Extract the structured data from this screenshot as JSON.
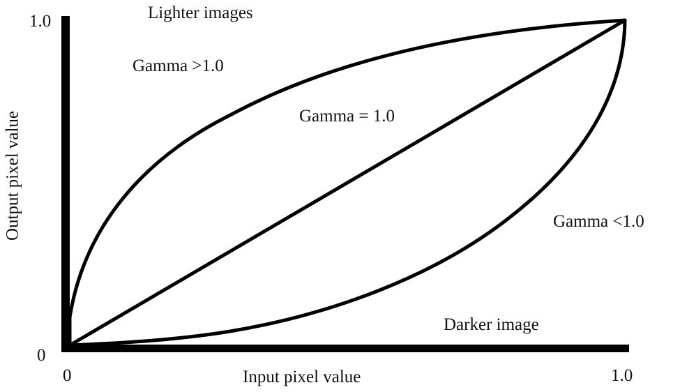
{
  "chart_data": {
    "type": "line",
    "title": "",
    "xlabel": "Input pixel value",
    "ylabel": "Output pixel value",
    "xlim": [
      0,
      1.0
    ],
    "ylim": [
      0,
      1.0
    ],
    "x_ticks": [
      "0",
      "1.0"
    ],
    "y_ticks": [
      "0",
      "1.0"
    ],
    "grid": false,
    "legend": null,
    "series": [
      {
        "name": "Gamma >1.0",
        "x": [
          0,
          0.1,
          0.25,
          0.5,
          0.75,
          1.0
        ],
        "y": [
          0,
          0.45,
          0.66,
          0.85,
          0.96,
          1.0
        ]
      },
      {
        "name": "Gamma = 1.0",
        "x": [
          0,
          0.25,
          0.5,
          0.75,
          1.0
        ],
        "y": [
          0,
          0.25,
          0.5,
          0.75,
          1.0
        ]
      },
      {
        "name": "Gamma <1.0",
        "x": [
          0,
          0.25,
          0.5,
          0.75,
          1.0
        ],
        "y": [
          0,
          0.03,
          0.15,
          0.4,
          1.0
        ]
      }
    ],
    "annotations": [
      "Lighter images",
      "Gamma >1.0",
      "Gamma = 1.0",
      "Gamma <1.0",
      "Darker image"
    ]
  },
  "labels": {
    "top": "Lighter images",
    "gamma_gt": "Gamma >1.0",
    "gamma_eq": "Gamma = 1.0",
    "gamma_lt": "Gamma <1.0",
    "bottom": "Darker image",
    "x_axis": "Input pixel value",
    "y_axis": "Output pixel value",
    "y_max": "1.0",
    "y_min": "0",
    "x_min": "0",
    "x_max": "1.0"
  }
}
